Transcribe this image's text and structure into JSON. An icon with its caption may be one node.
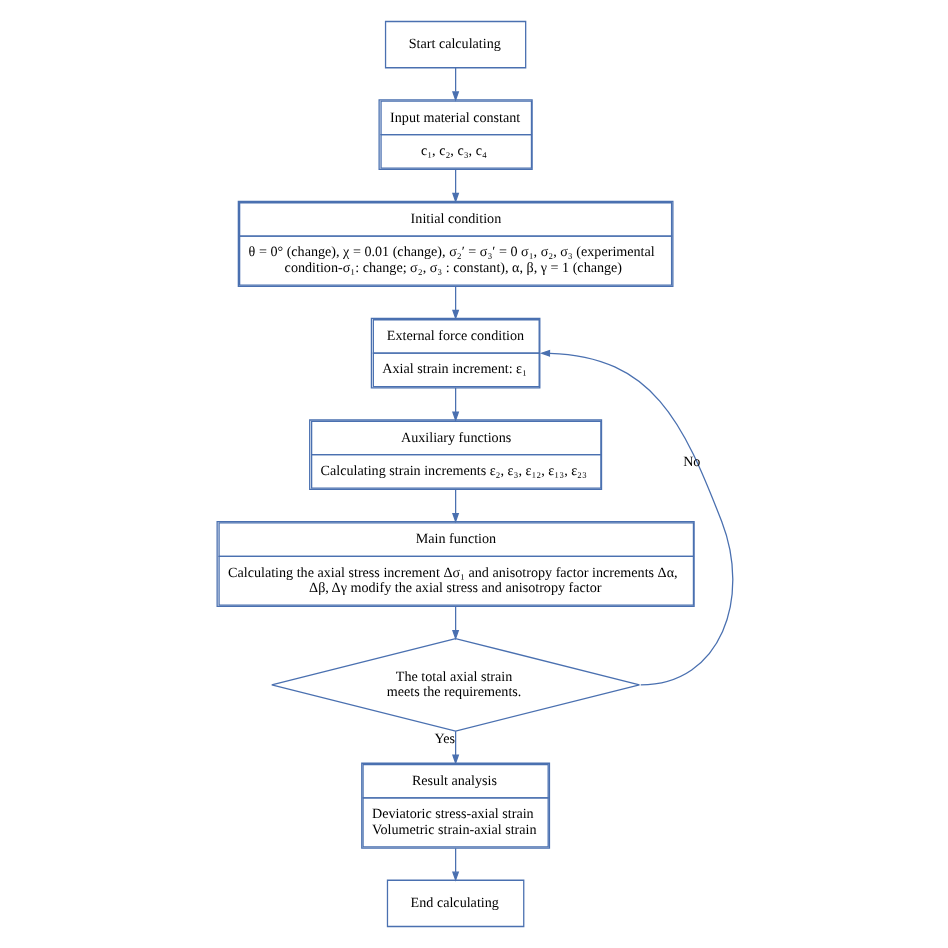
{
  "diagram": {
    "nodes": [
      {
        "text": [
          "Start calculating"
        ]
      },
      {
        "text": [
          "Input material constant",
          "c₁, c₂, c₃, c₄"
        ]
      },
      {
        "text": [
          "Initial condition",
          "θ = 0° (change), χ = 0.01 (change), σ₂′ = σ₃′ = 0 σ₁, σ₂, σ₃ (experimental condition-σ₁: change; σ₂, σ₃ : constant), α, β, γ = 1 (change)"
        ]
      },
      {
        "text": [
          "External force condition",
          "Axial strain increment: ε₁"
        ]
      },
      {
        "text": [
          "Auxiliary functions",
          "Calculating strain increments ε₂, ε₃, ε₁₂, ε₁₃, ε₂₃"
        ]
      },
      {
        "text": [
          "Main function",
          "Calculating the axial stress increment Δσ₁ and anisotropy factor increments Δα, Δβ, Δγ modify the axial stress and anisotropy factor"
        ]
      },
      {
        "text": [
          "The total axial strain meets the requirements."
        ]
      },
      {
        "text": [
          "Result analysis",
          "Deviatoric stress-axial strain Volumetric strain-axial strain"
        ]
      },
      {
        "text": [
          "End calculating"
        ]
      }
    ],
    "edges": [
      {
        "from": 0,
        "to": 1,
        "arrow": "to"
      },
      {
        "from": 1,
        "to": 2,
        "arrow": "to"
      },
      {
        "from": 2,
        "to": 3,
        "arrow": "to"
      },
      {
        "from": 3,
        "to": 4,
        "arrow": "to"
      },
      {
        "from": 4,
        "to": 5,
        "arrow": "to"
      },
      {
        "from": 5,
        "to": 6,
        "arrow": "to"
      },
      {
        "from": 6,
        "to": 7,
        "arrow": "to",
        "label": "Yes"
      },
      {
        "from": 6,
        "to": 3,
        "arrow": "to",
        "label": "No"
      },
      {
        "from": 7,
        "to": 8,
        "arrow": "to"
      }
    ]
  }
}
